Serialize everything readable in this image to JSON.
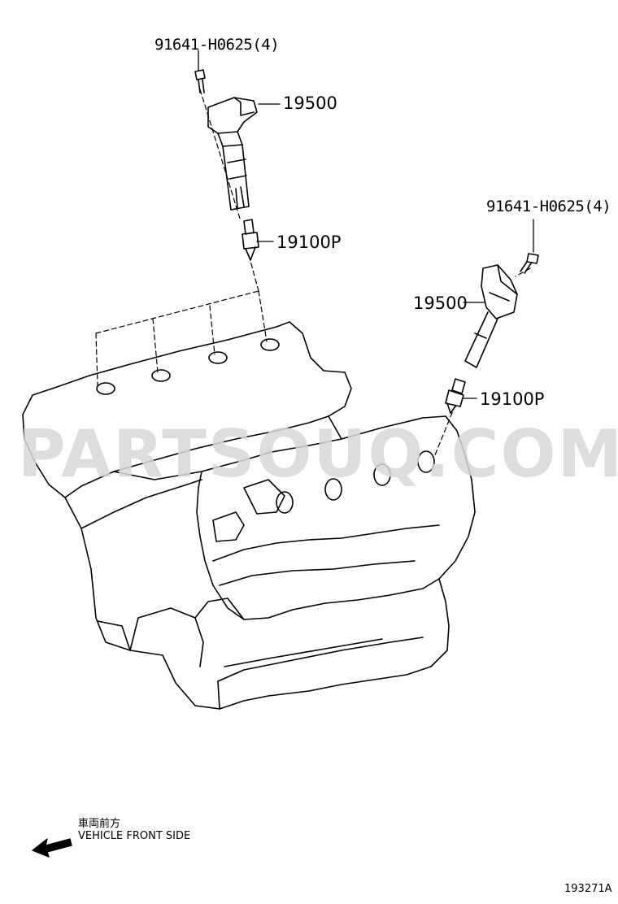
{
  "labels": {
    "bolt_upper": "91641-H0625(4)",
    "coil_upper": "19500",
    "plug_upper": "19100P",
    "bolt_right": "91641-H0625(4)",
    "coil_right": "19500",
    "plug_right": "19100P"
  },
  "watermark": "PARTSOUQ.COM",
  "direction": {
    "japanese": "車両前方",
    "english": "VEHICLE FRONT SIDE"
  },
  "figure_code": "193271A"
}
